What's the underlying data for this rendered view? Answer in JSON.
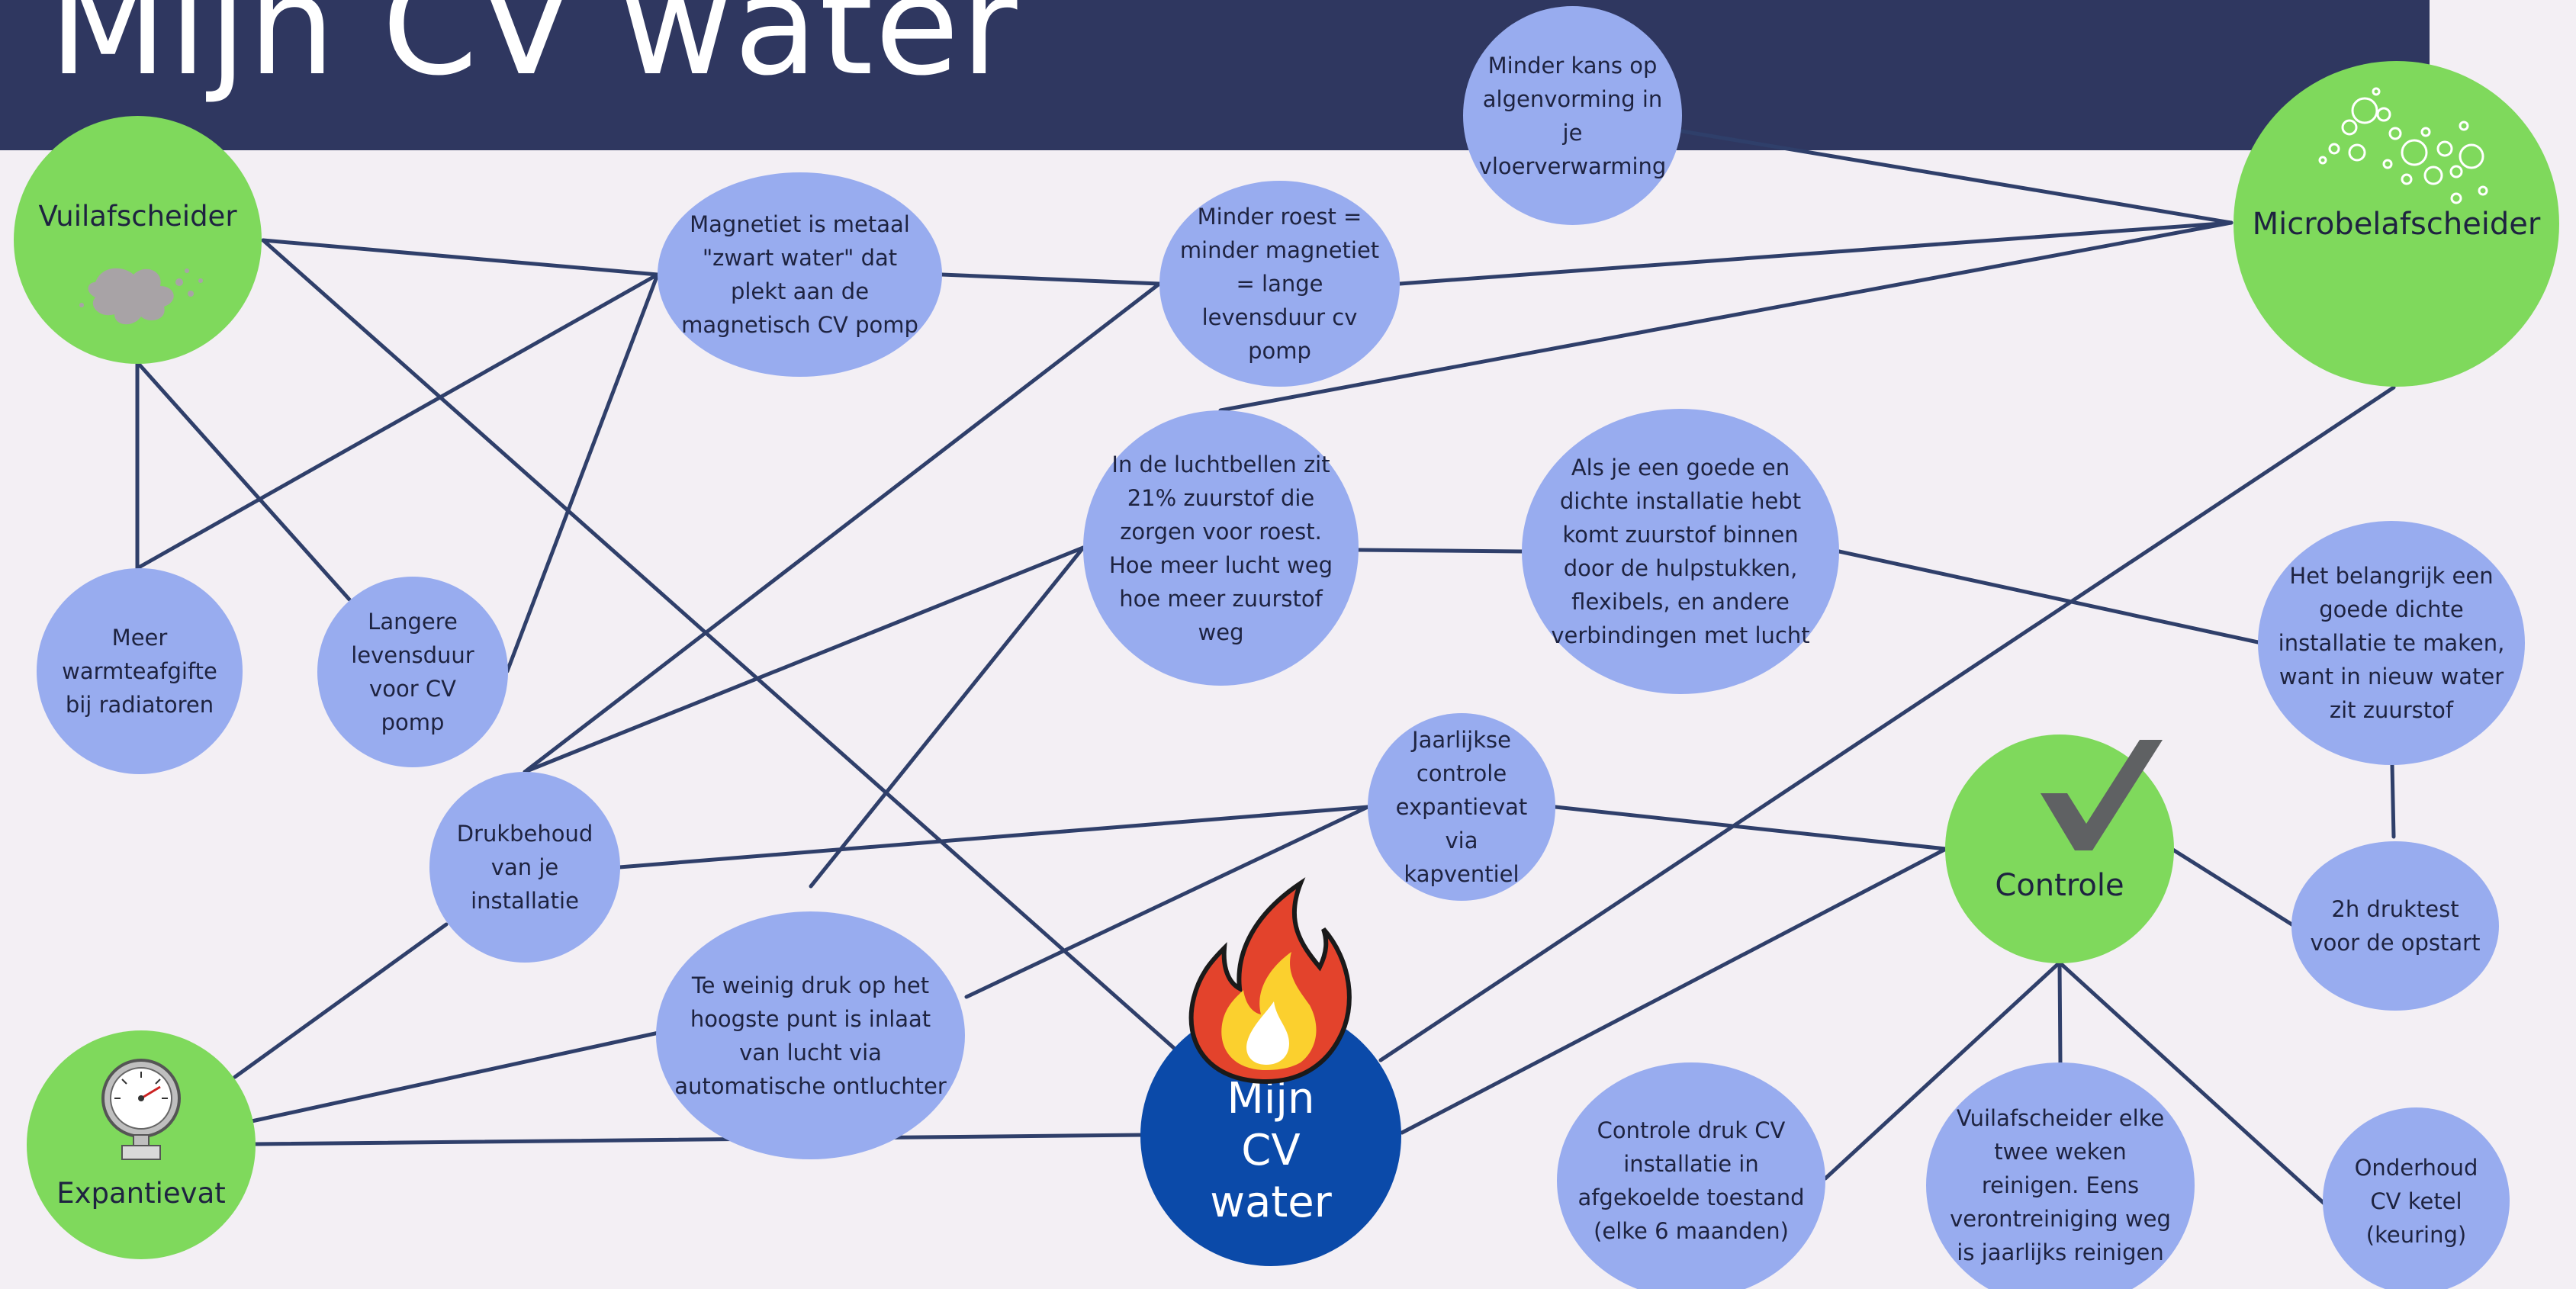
{
  "title": "Mijn CV water",
  "colors": {
    "banner": "#2f3760",
    "background": "#f3eff4",
    "blue_node": "#98acef",
    "green_node": "#7fd95c",
    "core_node": "#0b4aa9",
    "edge": "#2f3f6a"
  },
  "nodes": {
    "vuilafscheider": "Vuilafscheider",
    "microbelafscheider": "Microbelafscheider",
    "expantievat": "Expantievat",
    "controle": "Controle",
    "core": "Mijn CV water",
    "magnetiet": "Magnetiet is metaal \"zwart water\" dat plekt aan de magnetisch CV pomp",
    "minder_roest": "Minder roest = minder magnetiet = lange levensduur cv pomp",
    "algenvorming": "Minder kans op algenvorming in je vloerverwarming",
    "meer_warmte": "Meer warmteafgifte bij radiatoren",
    "langere_levensduur": "Langere levensduur voor CV pomp",
    "luchtbellen": "In de luchtbellen zit 21% zuurstof die zorgen voor roest. Hoe meer lucht weg hoe meer zuurstof weg",
    "dichte_installatie": "Als je een goede en dichte installatie hebt komt zuurstof binnen door de hulpstukken, flexibels, en andere verbindingen met lucht",
    "belangrijk": "Het belangrijk een goede dichte installatie te maken, want in nieuw water zit zuurstof",
    "drukbehoud": "Drukbehoud van je installatie",
    "jaarlijkse": "Jaarlijkse controle expantievat via kapventiel",
    "te_weinig": "Te weinig druk op het hoogste punt is inlaat van lucht via automatische ontluchter",
    "druktest": "2h druktest voor de opstart",
    "controle_druk": "Controle druk CV installatie in afgekoelde toestand (elke 6 maanden)",
    "reinigen": "Vuilafscheider elke twee weken reinigen. Eens verontreiniging weg is jaarlijks reinigen",
    "onderhoud": "Onderhoud CV ketel (keuring)"
  },
  "icons": {
    "vuilafscheider": "dirt-splat-icon",
    "microbelafscheider": "bubbles-icon",
    "expantievat": "pressure-gauge-icon",
    "controle": "checkmark-icon",
    "core": "flame-icon"
  }
}
